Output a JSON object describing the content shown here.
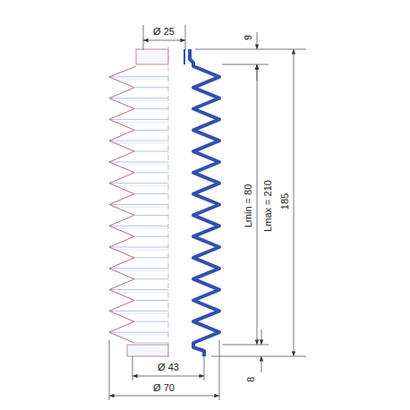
{
  "diagram": {
    "labels": [
      "Ø 25",
      "9",
      "185",
      "Lmin = 80",
      "Lmax = 210",
      "Ø 43",
      "Ø 70",
      "8"
    ]
  }
}
